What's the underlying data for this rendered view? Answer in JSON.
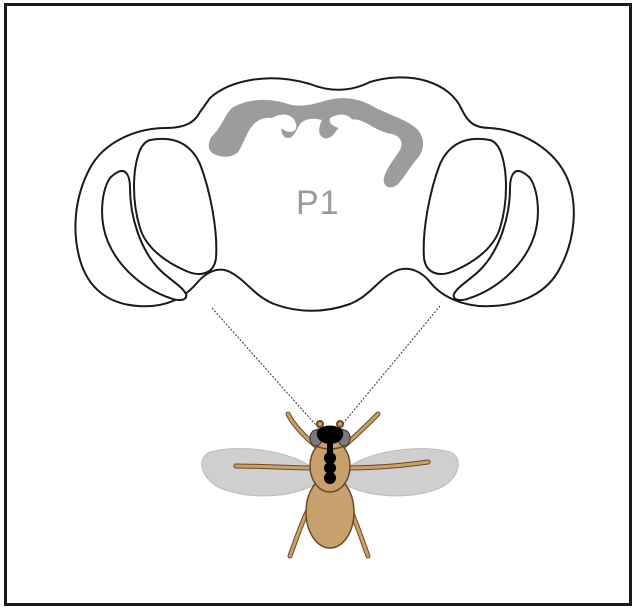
{
  "figure": {
    "region_label": "P1",
    "colors": {
      "outline": "#1a1a1a",
      "neuron_cluster": "#9c9c9c",
      "fly_body": "#c8a06e",
      "fly_outline": "#6b4a25",
      "wing": "#c7c7c7",
      "leader_line": "#333333"
    },
    "parts": [
      "brain-outline",
      "p1-neuron-cluster",
      "fly",
      "leader-lines"
    ]
  }
}
